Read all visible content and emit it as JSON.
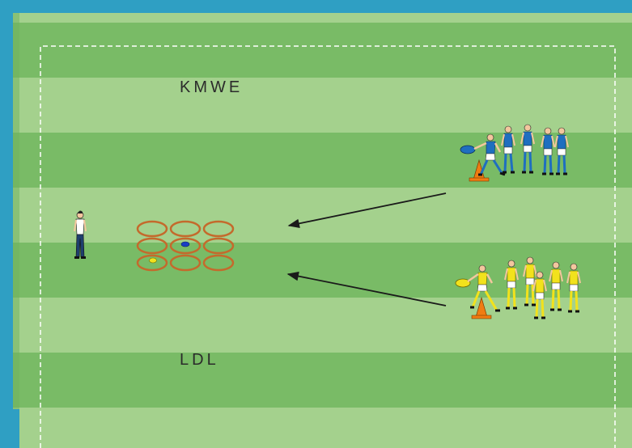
{
  "colors": {
    "frame": "#2f9fc3",
    "stripe_dark": "#79bb66",
    "stripe_light": "#a4d18d",
    "boundary": "#ffffff",
    "hoop": "#c46a2c",
    "cone": "#f07c12",
    "team_top": "#1f6fbf",
    "team_bottom": "#f2e21c",
    "arrow": "#1a1a1a"
  },
  "labels": {
    "team_top": "KMWE",
    "team_bottom": "LDL"
  },
  "teams": {
    "top": {
      "name_icon": "blue-player-group-icon",
      "players": 5,
      "ball": "blue-ball-icon"
    },
    "bottom": {
      "name_icon": "yellow-player-group-icon",
      "players": 6,
      "ball": "yellow-ball-icon"
    }
  },
  "hoop_grid": {
    "rows": 3,
    "cols": 3
  },
  "coach": {
    "icon": "coach-icon"
  }
}
